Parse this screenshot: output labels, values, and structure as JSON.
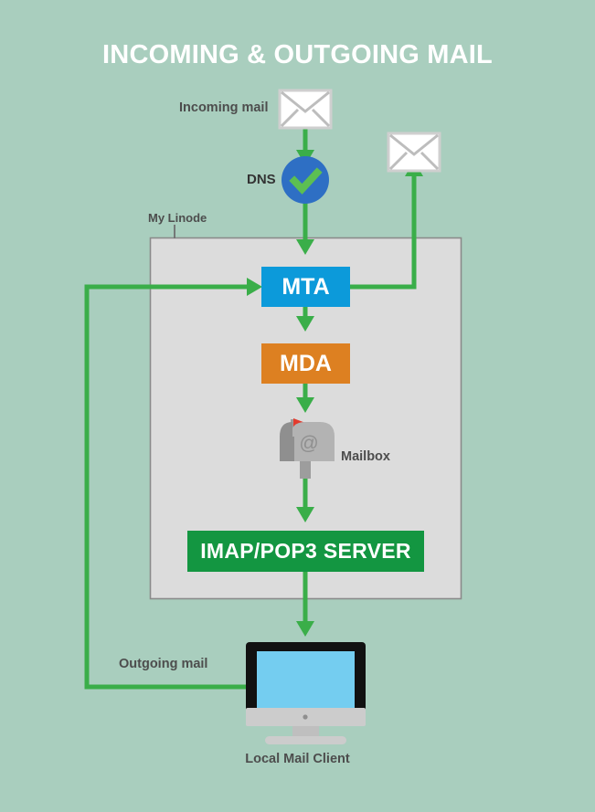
{
  "page": {
    "title": "INCOMING & OUTGOING MAIL",
    "background_color": "#a9cebe"
  },
  "colors": {
    "background": "#a9cebe",
    "arrow_green": "#3aae49",
    "mta_blue": "#0c9ada",
    "mda_orange": "#dd8021",
    "imap_green": "#139641",
    "server_panel_gray": "#dcdcdc",
    "dns_circle_blue": "#2e6fc4",
    "dns_check_green": "#5cbf52",
    "label_text": "#4d4d4d",
    "title_text": "#ffffff",
    "mailbox_gray": "#9d9d9d",
    "mailbox_flag_red": "#e23b2e",
    "monitor_bezel": "#111111",
    "monitor_screen": "#74cdf0",
    "monitor_stand": "#cccccc"
  },
  "labels": {
    "incoming_mail": "Incoming mail",
    "dns": "DNS",
    "my_linode": "My Linode",
    "mailbox": "Mailbox",
    "outgoing_mail": "Outgoing mail",
    "local_mail_client": "Local Mail Client"
  },
  "nodes": {
    "mta": "MTA",
    "mda": "MDA",
    "imap_pop3_server": "IMAP/POP3 SERVER"
  },
  "icons": {
    "incoming_envelope": "envelope-icon",
    "outgoing_envelope": "envelope-icon",
    "dns_check": "check-circle-icon",
    "mailbox": "mailbox-icon",
    "monitor": "desktop-monitor-icon"
  },
  "flow": {
    "steps": [
      "Incoming mail",
      "DNS",
      "MTA",
      "MDA",
      "Mailbox",
      "IMAP/POP3 SERVER",
      "Local Mail Client"
    ],
    "outgoing_path": [
      "Local Mail Client",
      "MTA",
      "Outgoing mail"
    ]
  }
}
